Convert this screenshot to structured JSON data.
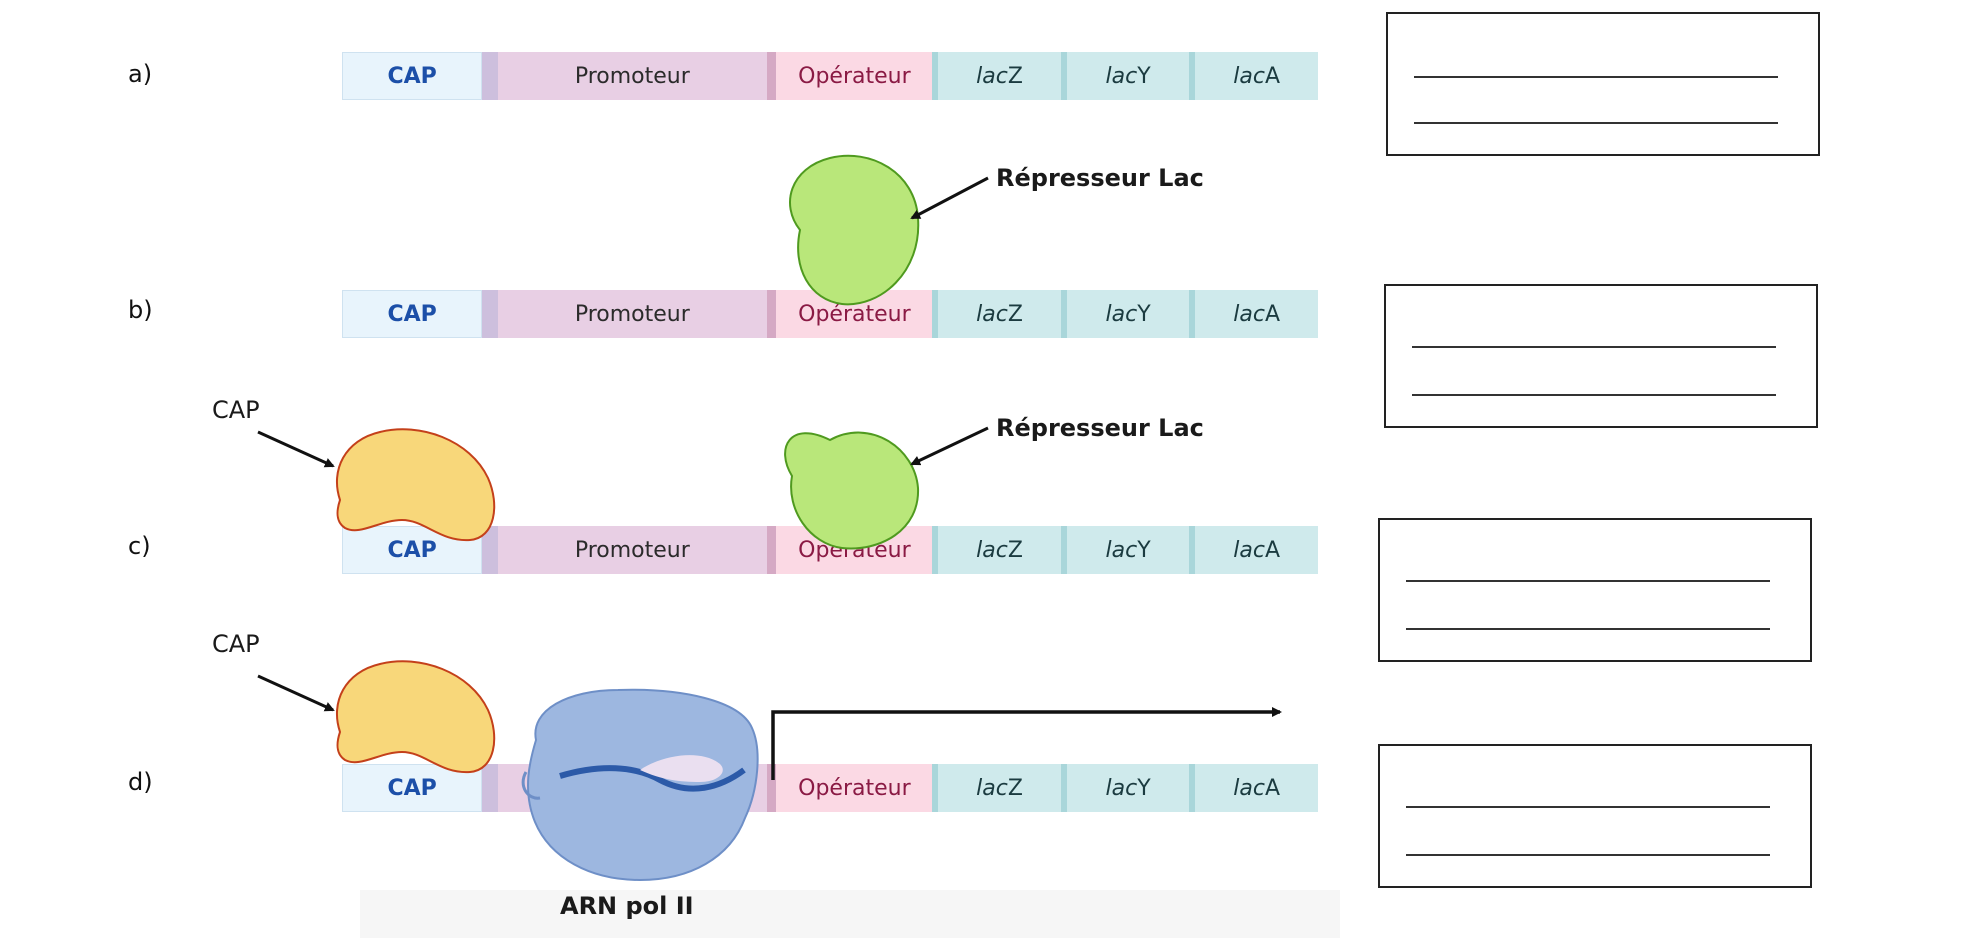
{
  "rows": [
    {
      "id": "a",
      "label": "a)"
    },
    {
      "id": "b",
      "label": "b)"
    },
    {
      "id": "c",
      "label": "c)"
    },
    {
      "id": "d",
      "label": "d)"
    }
  ],
  "strand": {
    "cap": "CAP",
    "promoteur": "Promoteur",
    "operateur": "Opérateur",
    "lacZ_italic": "lac",
    "lacZ_suffix": "Z",
    "lacY_italic": "lac",
    "lacY_suffix": "Y",
    "lacA_italic": "lac",
    "lacA_suffix": "A"
  },
  "labels": {
    "represseur": "Répresseur Lac",
    "cap_protein": "CAP",
    "arn_pol": "ARN pol II"
  },
  "colors": {
    "repressor_fill": "#b9e77a",
    "repressor_stroke": "#4f9a1f",
    "cap_fill": "#f8d77a",
    "cap_stroke": "#c4401a",
    "polymerase_fill": "#9db7e0",
    "polymerase_dark": "#6e8fc7",
    "arrow": "#111111"
  }
}
